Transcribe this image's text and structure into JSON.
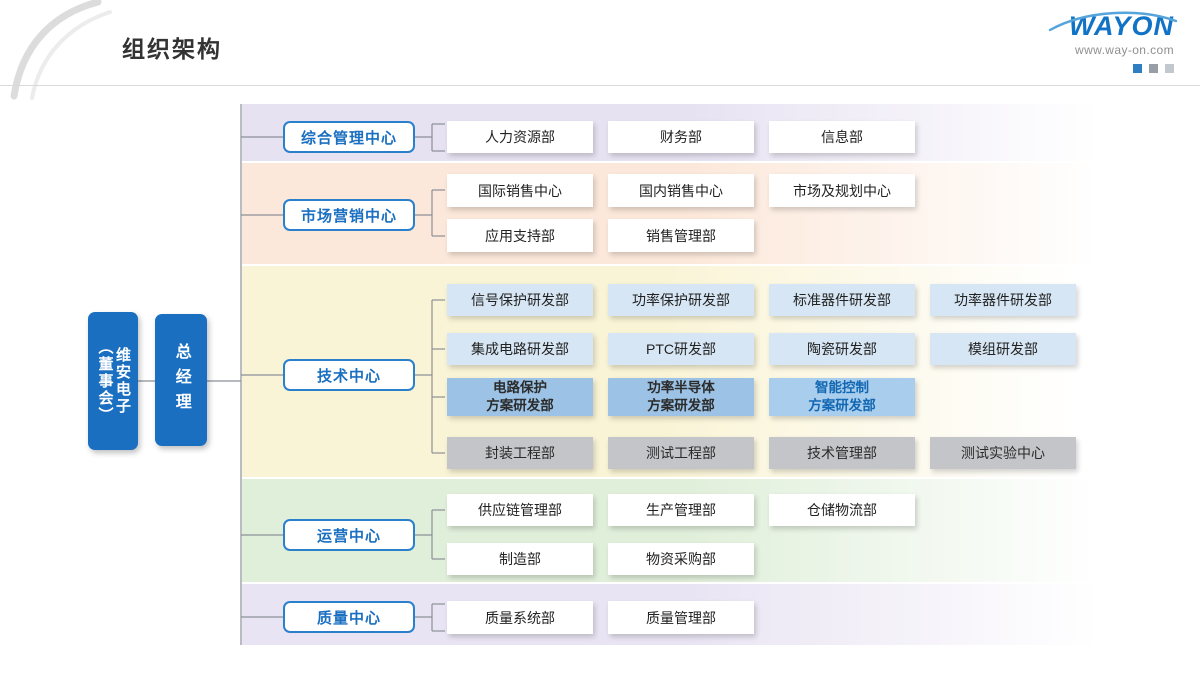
{
  "palette": {
    "accent_blue": "#1173c6",
    "node_blue": "#1b6fc0",
    "center_border_blue": "#2b80cc",
    "band_admin": "#e7e2f2",
    "band_marketing": "#fce8da",
    "band_technology": "#faf4d6",
    "band_operations": "#e0efda",
    "band_quality": "#e9e4f3",
    "dept_white": "#ffffff",
    "dept_lightblue": "#d7e6f4",
    "dept_mediumblue": "#9cc3e6",
    "dept_highlight_blue_text": "#1268b3",
    "dept_gray": "#c4c5c9",
    "connector_gray": "#8b9098"
  },
  "header": {
    "title": "组织架构",
    "logo": "WAYON",
    "website": "www.way-on.com"
  },
  "root": {
    "board": {
      "main": "维安电子",
      "sub": "（董事会）"
    },
    "gm": "总经理"
  },
  "centers": [
    {
      "name": "综合管理中心"
    },
    {
      "name": "市场营销中心"
    },
    {
      "name": "技术中心"
    },
    {
      "name": "运营中心"
    },
    {
      "name": "质量中心"
    }
  ],
  "departments": {
    "admin": [
      "人力资源部",
      "财务部",
      "信息部"
    ],
    "marketing_row1": [
      "国际销售中心",
      "国内销售中心",
      "市场及规划中心"
    ],
    "marketing_row2": [
      "应用支持部",
      "销售管理部"
    ],
    "tech_row1": [
      "信号保护研发部",
      "功率保护研发部",
      "标准器件研发部",
      "功率器件研发部"
    ],
    "tech_row2": [
      "集成电路研发部",
      "PTC研发部",
      "陶瓷研发部",
      "模组研发部"
    ],
    "tech_row3": [
      {
        "l1": "电路保护",
        "l2": "方案研发部"
      },
      {
        "l1": "功率半导体",
        "l2": "方案研发部"
      },
      {
        "l1": "智能控制",
        "l2": "方案研发部"
      }
    ],
    "tech_row4": [
      "封装工程部",
      "测试工程部",
      "技术管理部",
      "测试实验中心"
    ],
    "operations_row1": [
      "供应链管理部",
      "生产管理部",
      "仓储物流部"
    ],
    "operations_row2": [
      "制造部",
      "物资采购部"
    ],
    "quality": [
      "质量系统部",
      "质量管理部"
    ]
  }
}
